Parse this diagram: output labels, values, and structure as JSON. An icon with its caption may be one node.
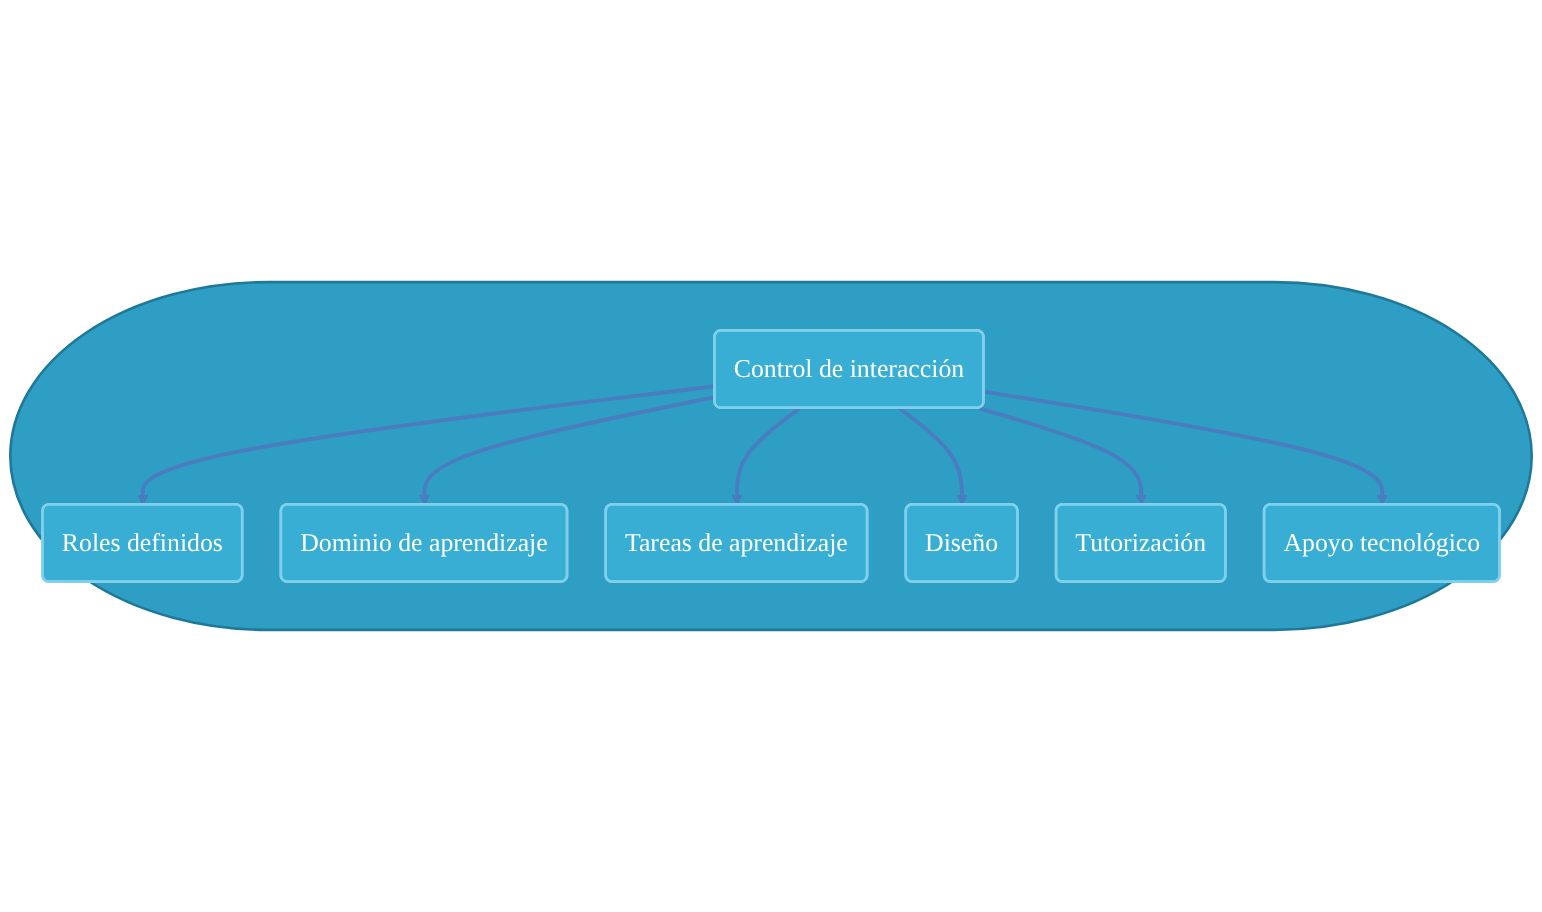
{
  "diagram": {
    "nodes": [
      {
        "text": [],
        "shape": "ellipse"
      },
      {
        "text": [
          "Roles definidos"
        ],
        "in": 0
      },
      {
        "text": [
          "Dominio de aprendizaje"
        ],
        "in": 0
      },
      {
        "text": [
          "Tareas de aprendizaje"
        ],
        "in": 0
      },
      {
        "text": [
          "Control de interacción"
        ],
        "in": 0
      },
      {
        "text": [
          "Diseño"
        ],
        "in": 0
      },
      {
        "text": [
          "Tutorización"
        ],
        "in": 0
      },
      {
        "text": [
          "Apoyo tecnológico"
        ],
        "in": 0
      }
    ],
    "edges": [
      {
        "from": 4,
        "to": 1,
        "arrow": "to"
      },
      {
        "from": 4,
        "to": 2,
        "arrow": "to"
      },
      {
        "from": 4,
        "to": 3,
        "arrow": "to"
      },
      {
        "from": 4,
        "to": 5,
        "arrow": "to"
      },
      {
        "from": 4,
        "to": 6,
        "arrow": "to"
      },
      {
        "from": 4,
        "to": 7,
        "arrow": "to"
      }
    ]
  }
}
